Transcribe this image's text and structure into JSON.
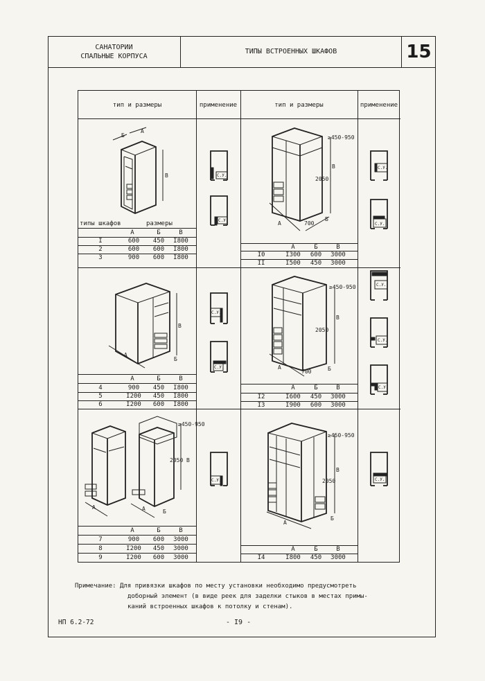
{
  "header": {
    "org_line1": "САНАТОРИИ",
    "org_line2": "СПАЛЬНЫЕ КОРПУСА",
    "title": "ТИПЫ ВСТРОЕННЫХ ШКАФОВ",
    "sheet_number": "15"
  },
  "table": {
    "col_type_size": "тип и размеры",
    "col_application": "применение",
    "types_label": "типы шкафов",
    "sizes_label": "размеры",
    "col_a": "А",
    "col_b": "Б",
    "col_v": "В",
    "plan_label": "С.У.",
    "dim_a": "А",
    "dim_b": "Б",
    "dim_v": "В",
    "dim_height": "2050",
    "dim_top": "≥450-950",
    "dim_top_alt": "≥450-950",
    "dim_depth": "700",
    "left": {
      "group1": [
        [
          "I",
          "600",
          "450",
          "I800"
        ],
        [
          "2",
          "600",
          "600",
          "I800"
        ],
        [
          "3",
          "900",
          "600",
          "I800"
        ]
      ],
      "group2": [
        [
          "4",
          "900",
          "450",
          "I800"
        ],
        [
          "5",
          "I200",
          "450",
          "I800"
        ],
        [
          "6",
          "I200",
          "600",
          "I800"
        ]
      ],
      "group3": [
        [
          "7",
          "900",
          "600",
          "3000"
        ],
        [
          "8",
          "I200",
          "450",
          "3000"
        ],
        [
          "9",
          "I200",
          "600",
          "3000"
        ]
      ]
    },
    "right": {
      "group1": [
        [
          "I0",
          "I300",
          "600",
          "3000"
        ],
        [
          "II",
          "I500",
          "450",
          "3000"
        ]
      ],
      "group2": [
        [
          "I2",
          "I600",
          "450",
          "3000"
        ],
        [
          "I3",
          "I900",
          "600",
          "3000"
        ]
      ],
      "group3": [
        [
          "I4",
          "I800",
          "450",
          "3000"
        ]
      ]
    }
  },
  "note": {
    "line1": "Примечание: Для привязки шкафов по месту установки необходимо предусмотреть",
    "line2": "доборный элемент (в виде реек для заделки стыков в местах примы-",
    "line3": "каний встроенных шкафов к потолку и стенам)."
  },
  "footer": {
    "code": "НП 6.2-72",
    "page": "- I9 -"
  }
}
